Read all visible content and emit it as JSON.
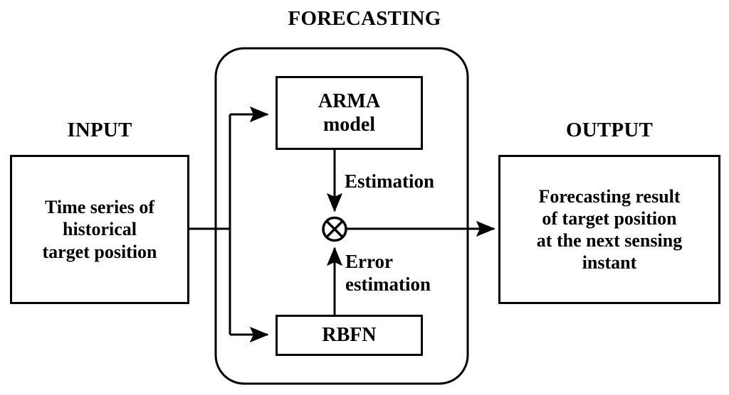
{
  "diagram": {
    "title": "FORECASTING",
    "type": "block-diagram",
    "background_color": "#ffffff",
    "line_color": "#000000"
  },
  "input": {
    "title": "INPUT",
    "box_text": "Time series of\nhistorical\ntarget position"
  },
  "output": {
    "title": "OUTPUT",
    "box_text": "Forecasting result\nof target position\nat the next sensing\ninstant"
  },
  "forecasting": {
    "container_label": "FORECASTING",
    "blocks": [
      {
        "id": "arma",
        "label": "ARMA\nmodel"
      },
      {
        "id": "rbfn",
        "label": "RBFN"
      }
    ],
    "combiner": {
      "name": "multiply-node",
      "glyph": "⊗"
    },
    "wire_labels": [
      {
        "id": "estimation",
        "text": "Estimation"
      },
      {
        "id": "error-estimation",
        "text": "Error\nestimation"
      }
    ]
  }
}
